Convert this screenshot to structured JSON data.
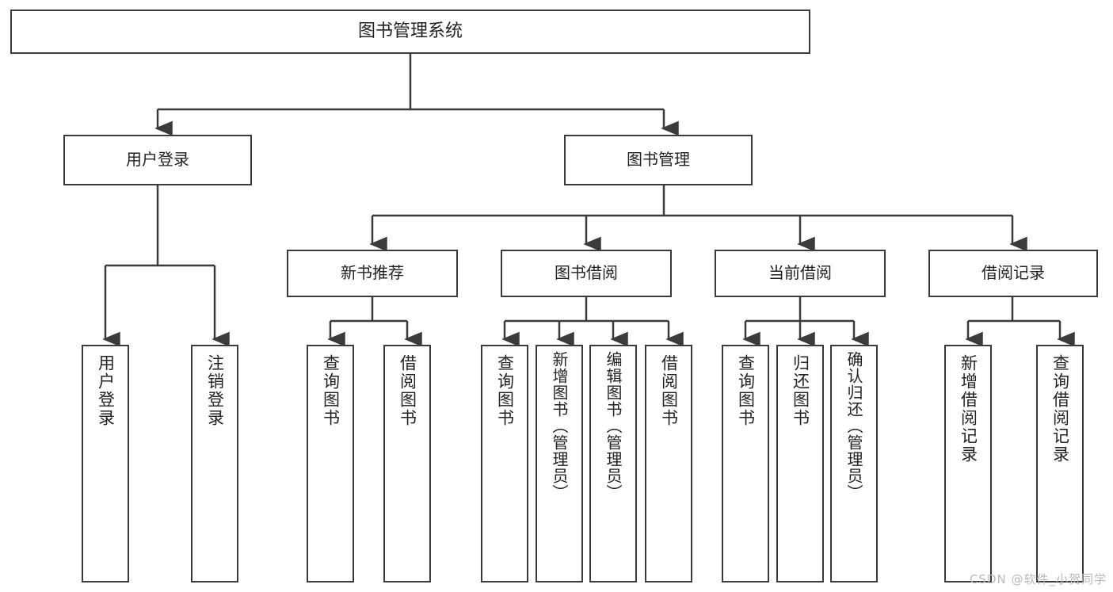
{
  "diagram": {
    "title": "图书管理系统",
    "type": "hierarchy-tree",
    "watermark": "CSDN @软件_小贺同学",
    "colors": {
      "box_border": "#3b3b3b",
      "box_fill": "#ffffff",
      "connector": "#3b3b3b",
      "text": "#222222",
      "watermark": "#b9b9b9"
    },
    "nodes": {
      "root": {
        "label": "图书管理系统"
      },
      "level2": [
        {
          "id": "user-login",
          "label": "用户登录"
        },
        {
          "id": "book-manage",
          "label": "图书管理"
        }
      ],
      "level3": [
        {
          "id": "new-book-recommend",
          "label": "新书推荐"
        },
        {
          "id": "book-borrow",
          "label": "图书借阅"
        },
        {
          "id": "current-borrow",
          "label": "当前借阅"
        },
        {
          "id": "borrow-record",
          "label": "借阅记录"
        }
      ],
      "leaves": {
        "user-login": [
          {
            "id": "leaf-user-login",
            "label": "用户登录"
          },
          {
            "id": "leaf-logout-login",
            "label": "注销登录"
          }
        ],
        "new-book-recommend": [
          {
            "id": "leaf-query-book-1",
            "label": "查询图书"
          },
          {
            "id": "leaf-borrow-book-1",
            "label": "借阅图书"
          }
        ],
        "book-borrow": [
          {
            "id": "leaf-query-book-2",
            "label": "查询图书"
          },
          {
            "id": "leaf-add-book",
            "label": "新增图书（管理员）"
          },
          {
            "id": "leaf-edit-book",
            "label": "编辑图书（管理员）"
          },
          {
            "id": "leaf-borrow-book-2",
            "label": "借阅图书"
          }
        ],
        "current-borrow": [
          {
            "id": "leaf-query-book-3",
            "label": "查询图书"
          },
          {
            "id": "leaf-return-book",
            "label": "归还图书"
          },
          {
            "id": "leaf-confirm-return",
            "label": "确认归还（管理员）"
          }
        ],
        "borrow-record": [
          {
            "id": "leaf-add-record",
            "label": "新增借阅记录"
          },
          {
            "id": "leaf-query-record",
            "label": "查询借阅记录"
          }
        ]
      }
    }
  }
}
